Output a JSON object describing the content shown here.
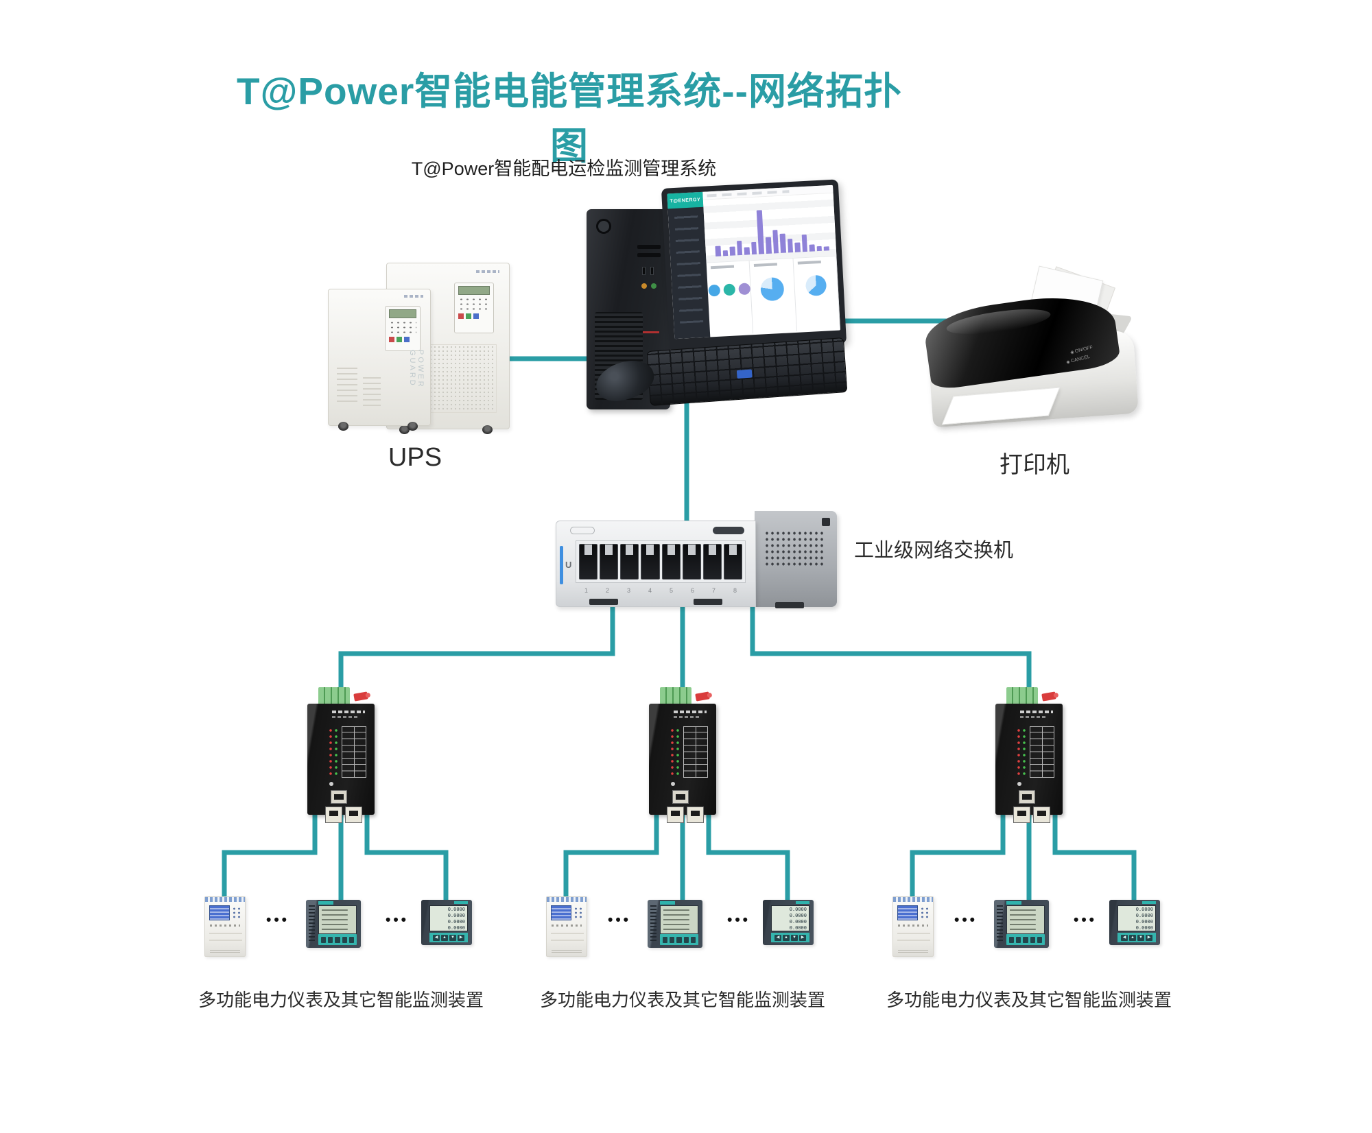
{
  "page": {
    "title": "T@Power智能电能管理系统--网络拓扑图",
    "subtitle": "T@Power智能配电运检监测管理系统"
  },
  "colors": {
    "accent": "#2a9da5",
    "title_text": "#2a9da5",
    "body_text": "#1f1f1f"
  },
  "devices": {
    "computer": {
      "screen_logo": "T@ENERGY"
    },
    "ups": {
      "label": "UPS",
      "side_text": "POWER GUARD"
    },
    "printer": {
      "label": "打印机",
      "power_button": "ON/OFF",
      "cancel_button": "CANCEL"
    },
    "switch": {
      "label": "工业级网络交换机",
      "logo": "U",
      "port_numbers": [
        "1",
        "2",
        "3",
        "4",
        "5",
        "6",
        "7",
        "8"
      ]
    },
    "meter_display": {
      "rows": [
        "0.0000",
        "0.0000",
        "0.0000",
        "0.0000"
      ]
    }
  },
  "groups": [
    {
      "label": "多功能电力仪表及其它智能监测装置",
      "separator_dots": "•••"
    },
    {
      "label": "多功能电力仪表及其它智能监测装置",
      "separator_dots": "•••"
    },
    {
      "label": "多功能电力仪表及其它智能监测装置",
      "separator_dots": "•••"
    }
  ]
}
